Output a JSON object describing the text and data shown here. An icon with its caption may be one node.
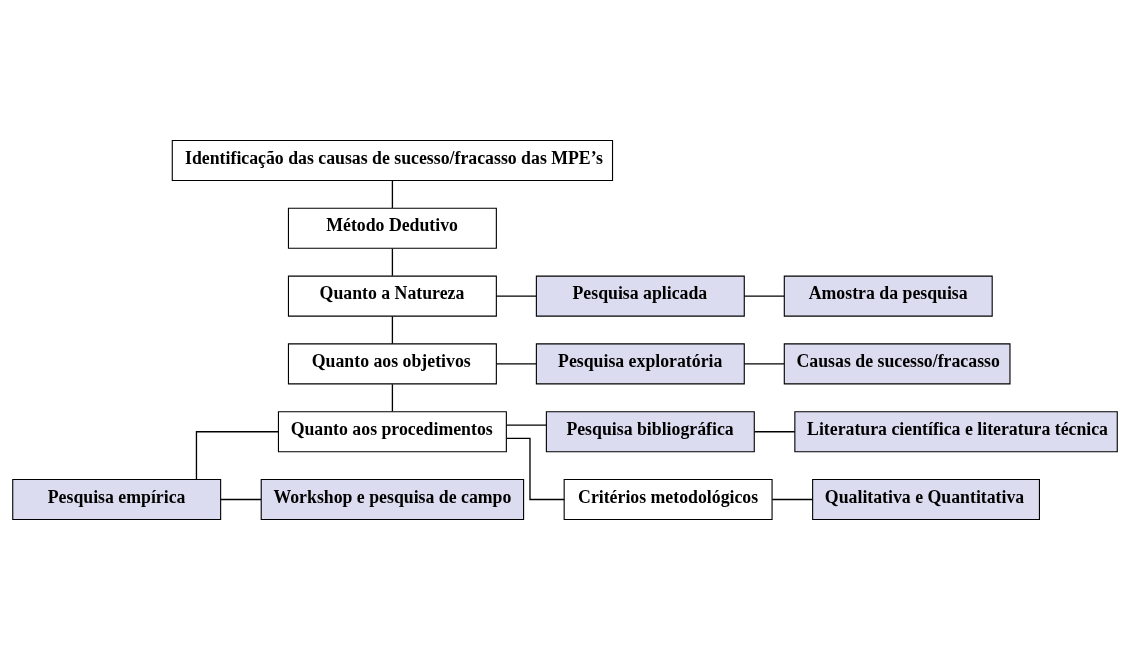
{
  "diagram": {
    "nodes": [
      {
        "text": [
          "Identificação das causas de sucesso/fracasso das MPE’s"
        ]
      },
      {
        "text": [
          "Método Dedutivo"
        ]
      },
      {
        "text": [
          "Quanto a Natureza"
        ]
      },
      {
        "text": [
          "Pesquisa aplicada"
        ]
      },
      {
        "text": [
          "Amostra da pesquisa"
        ]
      },
      {
        "text": [
          "Quanto aos objetivos"
        ]
      },
      {
        "text": [
          "Pesquisa exploratória"
        ]
      },
      {
        "text": [
          "Causas de sucesso/fracasso"
        ]
      },
      {
        "text": [
          "Quanto aos procedimentos"
        ]
      },
      {
        "text": [
          "Pesquisa bibliográfica"
        ]
      },
      {
        "text": [
          "Literatura científica e literatura técnica"
        ]
      },
      {
        "text": [
          "Pesquisa empírica"
        ]
      },
      {
        "text": [
          "Workshop e pesquisa de campo"
        ]
      },
      {
        "text": [
          "Critérios metodológicos"
        ]
      },
      {
        "text": [
          "Qualitativa e Quantitativa"
        ]
      }
    ],
    "edges": [
      {
        "from": 0,
        "to": 1,
        "arrow": "none"
      },
      {
        "from": 1,
        "to": 2,
        "arrow": "none"
      },
      {
        "from": 2,
        "to": 5,
        "arrow": "none"
      },
      {
        "from": 5,
        "to": 8,
        "arrow": "none"
      },
      {
        "from": 8,
        "to": 13,
        "arrow": "none"
      },
      {
        "from": 2,
        "to": 3,
        "arrow": "none"
      },
      {
        "from": 3,
        "to": 4,
        "arrow": "none"
      },
      {
        "from": 5,
        "to": 6,
        "arrow": "none"
      },
      {
        "from": 6,
        "to": 7,
        "arrow": "none"
      },
      {
        "from": 8,
        "to": 9,
        "arrow": "none"
      },
      {
        "from": 8,
        "to": 11,
        "arrow": "none"
      },
      {
        "from": 9,
        "to": 10,
        "arrow": "none"
      },
      {
        "from": 11,
        "to": 12,
        "arrow": "none"
      },
      {
        "from": 13,
        "to": 14,
        "arrow": "none"
      }
    ]
  }
}
